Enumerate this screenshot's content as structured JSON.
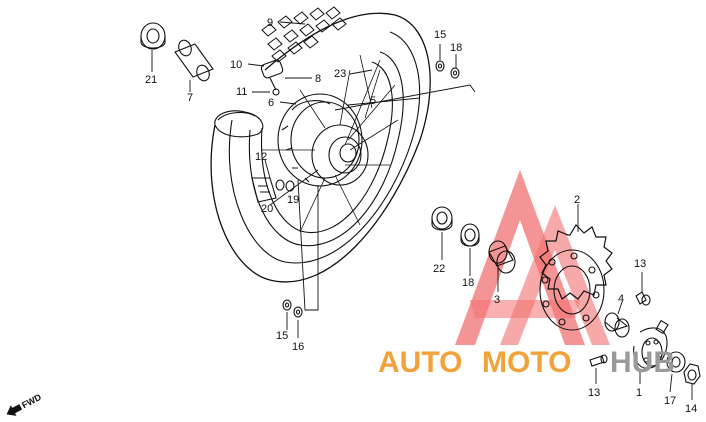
{
  "parts": [
    {
      "id": "p9",
      "label": "9"
    },
    {
      "id": "p21",
      "label": "21"
    },
    {
      "id": "p7",
      "label": "7"
    },
    {
      "id": "p10",
      "label": "10"
    },
    {
      "id": "p8",
      "label": "8"
    },
    {
      "id": "p11",
      "label": "11"
    },
    {
      "id": "p6",
      "label": "6"
    },
    {
      "id": "p23",
      "label": "23"
    },
    {
      "id": "p15a",
      "label": "15"
    },
    {
      "id": "p18a",
      "label": "18"
    },
    {
      "id": "p5",
      "label": "5"
    },
    {
      "id": "p12",
      "label": "12"
    },
    {
      "id": "p19",
      "label": "19"
    },
    {
      "id": "p20",
      "label": "20"
    },
    {
      "id": "p2",
      "label": "2"
    },
    {
      "id": "p22",
      "label": "22"
    },
    {
      "id": "p18b",
      "label": "18"
    },
    {
      "id": "p3",
      "label": "3"
    },
    {
      "id": "p13a",
      "label": "13"
    },
    {
      "id": "p4",
      "label": "4"
    },
    {
      "id": "p15b",
      "label": "15"
    },
    {
      "id": "p16",
      "label": "16"
    },
    {
      "id": "p13b",
      "label": "13"
    },
    {
      "id": "p1",
      "label": "1"
    },
    {
      "id": "p17",
      "label": "17"
    },
    {
      "id": "p14",
      "label": "14"
    }
  ],
  "direction_label": "FWD",
  "watermark": {
    "part1": "AUTO",
    "part2": "MOTO",
    "part3": "HUB",
    "color_red": "#f05a5a",
    "color_orange": "#f2a23a",
    "color_gray": "#9a9a9a"
  }
}
